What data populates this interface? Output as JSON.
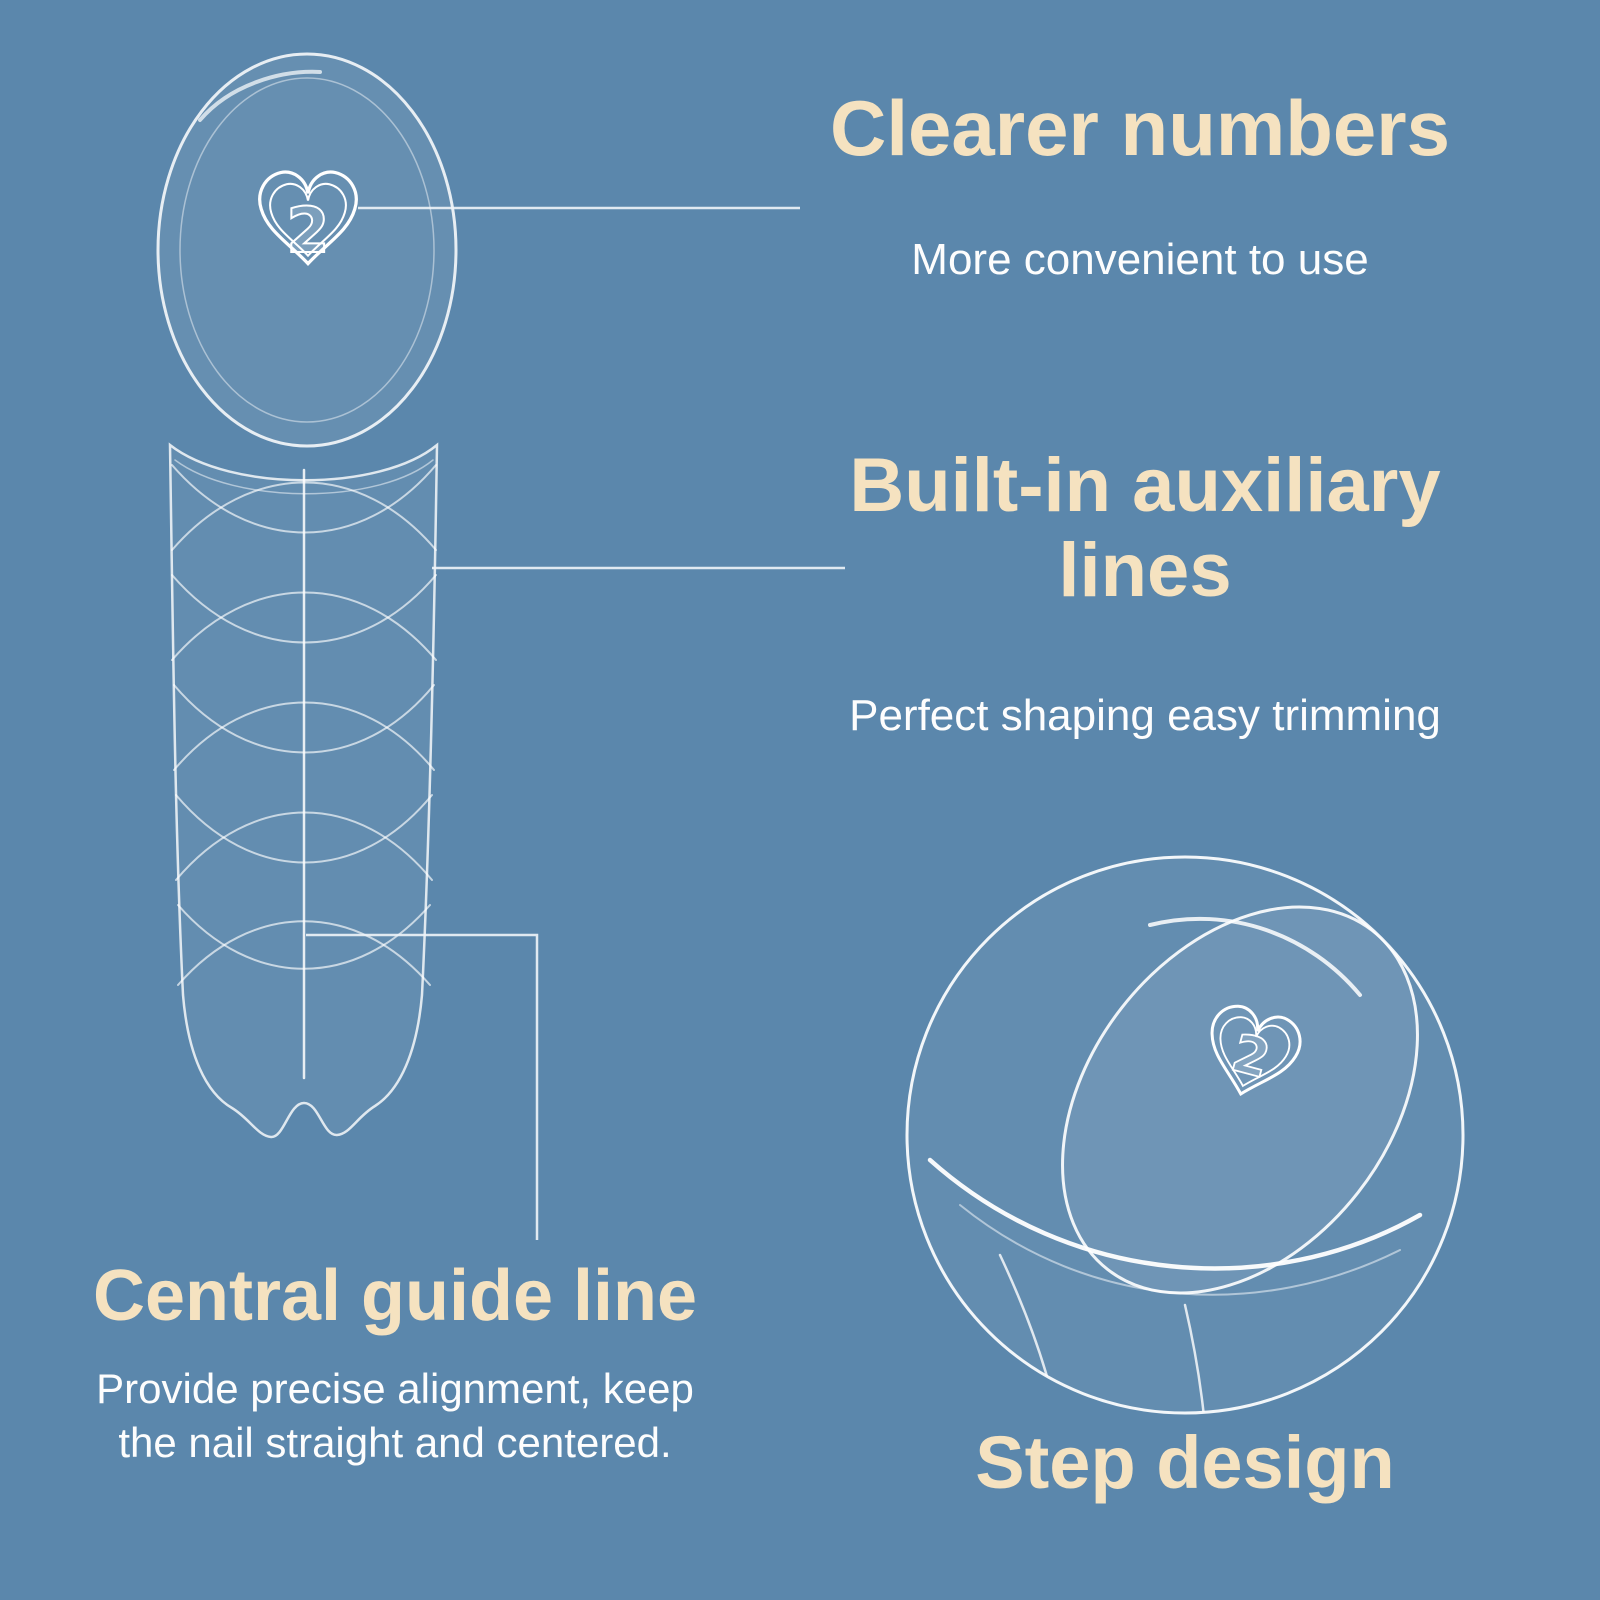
{
  "colors": {
    "background": "#5b87ac",
    "heading": "#f5e2c0",
    "subtext": "#fdfdfd",
    "line_art": "#ffffff"
  },
  "nail_form": {
    "number": "2"
  },
  "callouts": {
    "clearer_numbers": {
      "title": "Clearer numbers",
      "subtitle": "More convenient to use"
    },
    "auxiliary_lines": {
      "title": "Built-in auxiliary lines",
      "subtitle": "Perfect shaping easy trimming"
    },
    "central_guide": {
      "title": "Central guide line",
      "subtitle": "Provide precise alignment, keep the nail straight and centered."
    },
    "step_design": {
      "title": "Step design"
    }
  }
}
